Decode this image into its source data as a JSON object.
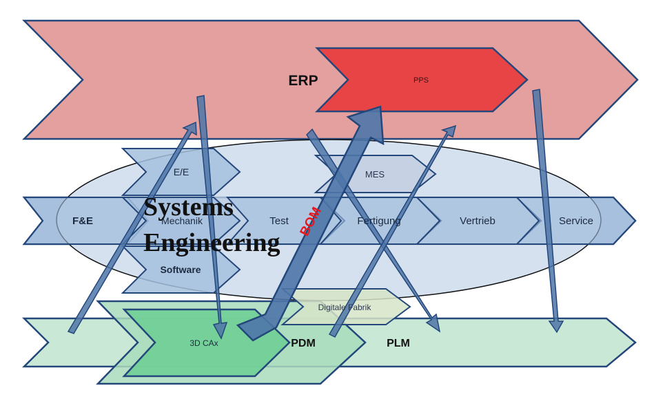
{
  "colors": {
    "erp_fill": "#e4a09f",
    "erp_stroke": "#23477a",
    "pps_fill": "#e84446",
    "plm_fill": "#c9e8d5",
    "pdm_fill": "#9fd8b3",
    "cax_fill": "#6fcf95",
    "process_fill": "#a5bfdd",
    "process_row_fill": "#aac0dc",
    "stroke": "#23477a",
    "ellipse_fill": "#c8d7ea",
    "arrow_fill": "#4f76a8",
    "bom_text": "#e8191c"
  },
  "labels": {
    "erp": "ERP",
    "pps": "PPS",
    "ee": "E/E",
    "mechanik": "Mechanik",
    "software": "Software",
    "mes": "MES",
    "fe": "F&E",
    "test": "Test",
    "fertigung": "Fertigung",
    "vertrieb": "Vertrieb",
    "service": "Service",
    "digitale_fabrik": "Digitale Fabrik",
    "cax": "3D CAx",
    "pdm": "PDM",
    "plm": "PLM",
    "bom": "BOM",
    "systems": "Systems",
    "engineering": "Engineering"
  }
}
